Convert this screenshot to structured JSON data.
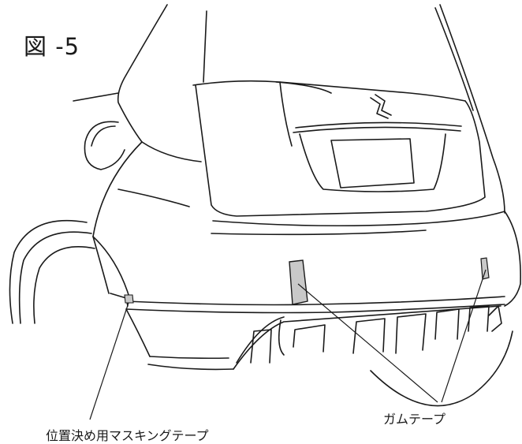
{
  "figure": {
    "label": "図 -5"
  },
  "labels": {
    "gum_tape": "ガムテープ",
    "masking_tape": "位置決め用マスキングテープ"
  },
  "colors": {
    "line": "#1a1a1a",
    "tape": "#c9c9c9",
    "background": "#ffffff"
  },
  "icons": {
    "emblem": "suzuki-emblem-icon"
  }
}
